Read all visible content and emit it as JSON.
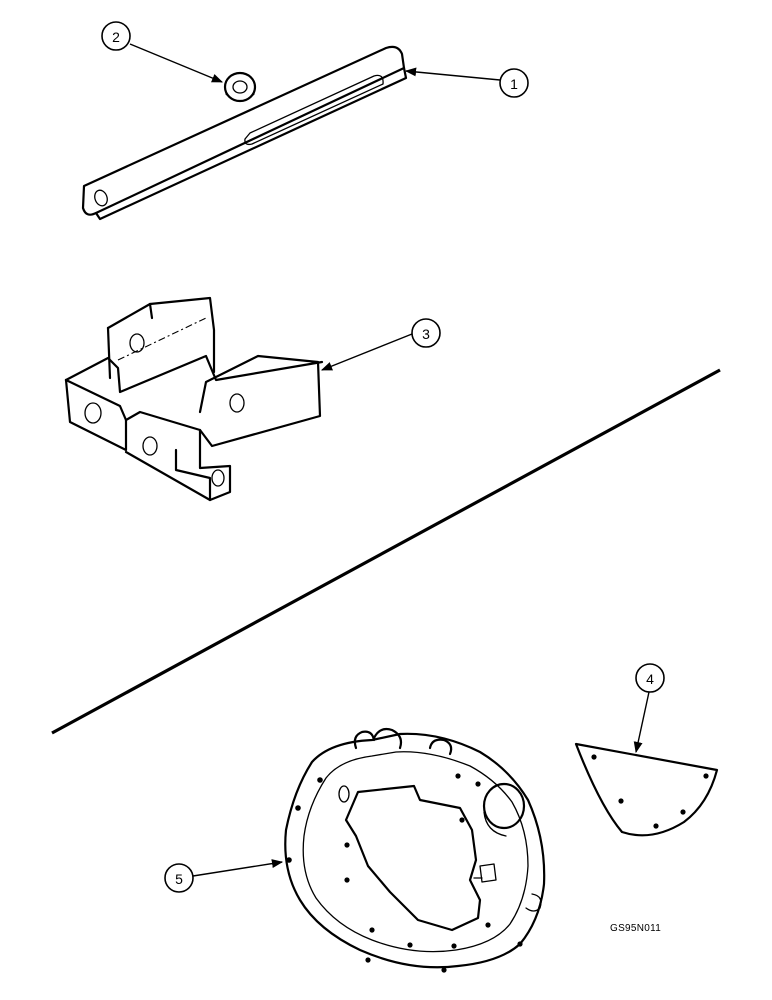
{
  "callouts": {
    "c1": "1",
    "c2": "2",
    "c3": "3",
    "c4": "4",
    "c5": "5"
  },
  "reference_code": "GS95N011"
}
